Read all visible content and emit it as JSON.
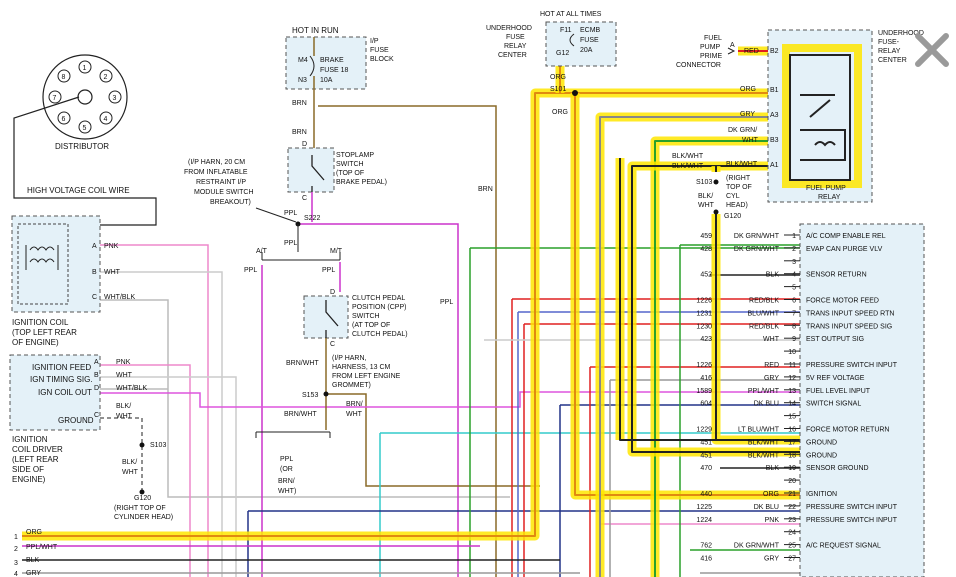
{
  "distributor": {
    "title": "DISTRIBUTOR",
    "terminals": [
      "1",
      "2",
      "3",
      "4",
      "5",
      "6",
      "7",
      "8"
    ]
  },
  "hv_coil_wire": "HIGH VOLTAGE COIL WIRE",
  "ignition_coil": {
    "title": [
      "IGNITION COIL",
      "(TOP LEFT REAR",
      "OF ENGINE)"
    ],
    "pins": [
      {
        "pin": "A",
        "color": "PNK"
      },
      {
        "pin": "B",
        "color": "WHT"
      },
      {
        "pin": "C",
        "color": "WHT/BLK"
      }
    ]
  },
  "coil_driver": {
    "title": [
      "IGNITION",
      "COIL DRIVER",
      "(LEFT REAR",
      "SIDE OF",
      "ENGINE)"
    ],
    "rows": [
      {
        "label": "IGNITION FEED",
        "pin": "A",
        "color": "PNK"
      },
      {
        "label": "IGN TIMING SIG.",
        "pin": "B",
        "color": "WHT"
      },
      {
        "label": "IGN COIL OUT",
        "pin": "D",
        "color": "WHT/BLK"
      },
      {
        "label": "GROUND",
        "pin": "C",
        "color": "BLK/"
      }
    ],
    "ground_color": "WHT",
    "splice": "S103",
    "ground_wire": [
      "BLK/",
      "WHT"
    ],
    "ground_id": "G120",
    "ground_loc": [
      "(RIGHT TOP OF",
      "CYLINDER HEAD)"
    ]
  },
  "ip_fuse": {
    "top": "HOT IN RUN",
    "title": [
      "I/P",
      "FUSE",
      "BLOCK"
    ],
    "pin_in": "M4",
    "pin_out": "N3",
    "name": [
      "BRAKE",
      "FUSE 18",
      "10A"
    ]
  },
  "stoplamp": {
    "title": [
      "STOPLAMP",
      "SWITCH",
      "(TOP OF",
      "BRAKE PEDAL)"
    ],
    "wire_in": "BRN",
    "pin_d": "D",
    "pin_c": "C",
    "wire_top": "BRN"
  },
  "harness_note1": [
    "(I/P HARN, 20 CM",
    "FROM INFLATABLE",
    "RESTRAINT I/P",
    "MODULE SWITCH",
    "BREAKOUT)"
  ],
  "s222": "S222",
  "ppl": "PPL",
  "at": "A/T",
  "mt": "M/T",
  "cpp": {
    "title": [
      "CLUTCH PEDAL",
      "POSITION (CPP)",
      "SWITCH",
      "(AT TOP OF",
      "CLUTCH PEDAL)"
    ],
    "pin_d": "D",
    "pin_c": "C"
  },
  "harness_note2": [
    "(I/P HARN,",
    "HARNESS, 13 CM",
    "FROM LEFT ENGINE",
    "GROMMET)"
  ],
  "s153": "S153",
  "brn_wht": "BRN/WHT",
  "brn_wht_split": [
    "BRN/",
    "WHT"
  ],
  "ppl_or": [
    "PPL",
    "(OR",
    "BRN/",
    "WHT)"
  ],
  "brn": "BRN",
  "underhood_fuse": {
    "top": "HOT AT ALL TIMES",
    "title": [
      "UNDERHOOD",
      "FUSE",
      "RELAY",
      "CENTER"
    ],
    "pin_in": "F11",
    "pin_out": "G12",
    "name": [
      "ECMB",
      "FUSE",
      "20A"
    ]
  },
  "s101": "S101",
  "org": "ORG",
  "fuel_pump": {
    "connector_label": [
      "FUEL",
      "PUMP",
      "PRIME",
      "CONNECTOR"
    ],
    "connector_pin": "A",
    "title": [
      "UNDERHOOD",
      "FUSE-",
      "RELAY",
      "CENTER"
    ],
    "relay_name": [
      "FUEL PUMP",
      "RELAY"
    ],
    "pins": [
      {
        "pin": "B2",
        "color": "RED"
      },
      {
        "pin": "B1",
        "color": "ORG"
      },
      {
        "pin": "A3",
        "color": "GRY"
      },
      {
        "pin": "B3",
        "color": "DK GRN/"
      },
      {
        "pin": "A1",
        "color": "BLK/WHT"
      }
    ],
    "b3_color2": "WHT",
    "ground_wires": [
      "BLK/WHT",
      "BLK/WHT"
    ],
    "splice": "S103",
    "splice_loc": [
      "(RIGHT",
      "TOP OF",
      "CYL",
      "HEAD)"
    ],
    "gnd_color": [
      "BLK/",
      "WHT"
    ],
    "ground_id": "G120"
  },
  "pcm_rows": [
    {
      "circuit": "459",
      "color": "DK GRN/WHT",
      "pin": "1",
      "label": "A/C COMP ENABLE REL"
    },
    {
      "circuit": "428",
      "color": "DK GRN/WHT",
      "pin": "2",
      "label": "EVAP CAN PURGE VLV"
    },
    {
      "circuit": "",
      "color": "",
      "pin": "3",
      "label": ""
    },
    {
      "circuit": "452",
      "color": "BLK",
      "pin": "4",
      "label": "SENSOR RETURN"
    },
    {
      "circuit": "",
      "color": "",
      "pin": "5",
      "label": ""
    },
    {
      "circuit": "1226",
      "color": "RED/BLK",
      "pin": "6",
      "label": "FORCE MOTOR FEED"
    },
    {
      "circuit": "1231",
      "color": "BLU/WHT",
      "pin": "7",
      "label": "TRANS INPUT SPEED RTN"
    },
    {
      "circuit": "1230",
      "color": "RED/BLK",
      "pin": "8",
      "label": "TRANS INPUT SPEED SIG"
    },
    {
      "circuit": "423",
      "color": "WHT",
      "pin": "9",
      "label": "EST OUTPUT SIG"
    },
    {
      "circuit": "",
      "color": "",
      "pin": "10",
      "label": ""
    },
    {
      "circuit": "1226",
      "color": "RED",
      "pin": "11",
      "label": "PRESSURE SWITCH INPUT"
    },
    {
      "circuit": "416",
      "color": "GRY",
      "pin": "12",
      "label": "5V REF VOLTAGE"
    },
    {
      "circuit": "1589",
      "color": "PPL/WHT",
      "pin": "13",
      "label": "FUEL LEVEL INPUT"
    },
    {
      "circuit": "604",
      "color": "DK BLU",
      "pin": "14",
      "label": "SWITCH SIGNAL"
    },
    {
      "circuit": "",
      "color": "",
      "pin": "15",
      "label": ""
    },
    {
      "circuit": "1229",
      "color": "LT BLU/WHT",
      "pin": "16",
      "label": "FORCE MOTOR RETURN"
    },
    {
      "circuit": "451",
      "color": "BLK/WHT",
      "pin": "17",
      "label": "GROUND"
    },
    {
      "circuit": "451",
      "color": "BLK/WHT",
      "pin": "18",
      "label": "GROUND"
    },
    {
      "circuit": "470",
      "color": "BLK",
      "pin": "19",
      "label": "SENSOR GROUND"
    },
    {
      "circuit": "",
      "color": "",
      "pin": "20",
      "label": ""
    },
    {
      "circuit": "440",
      "color": "ORG",
      "pin": "21",
      "label": "IGNITION"
    },
    {
      "circuit": "1225",
      "color": "DK BLU",
      "pin": "22",
      "label": "PRESSURE SWITCH INPUT"
    },
    {
      "circuit": "1224",
      "color": "PNK",
      "pin": "23",
      "label": "PRESSURE SWITCH INPUT"
    },
    {
      "circuit": "",
      "color": "",
      "pin": "24",
      "label": ""
    },
    {
      "circuit": "762",
      "color": "DK GRN/WHT",
      "pin": "25",
      "label": "A/C REQUEST SIGNAL"
    },
    {
      "circuit": "416",
      "color": "GRY",
      "pin": "27",
      "label": ""
    }
  ],
  "bottom_rows": [
    {
      "pin": "1",
      "color": "ORG"
    },
    {
      "pin": "2",
      "color": "PPL/WHT"
    },
    {
      "pin": "3",
      "color": "BLK"
    },
    {
      "pin": "4",
      "color": "GRY"
    }
  ],
  "colors": {
    "highlight": "#ffe600",
    "pink": "#ee88cc",
    "ppl": "#cc33cc",
    "brn": "#8a6a28",
    "red": "#e02020",
    "green": "#2aa02a",
    "cyan": "#33cccc",
    "blue": "#223388",
    "gray": "#bbbbbb"
  },
  "close_icon": "close-x-icon"
}
